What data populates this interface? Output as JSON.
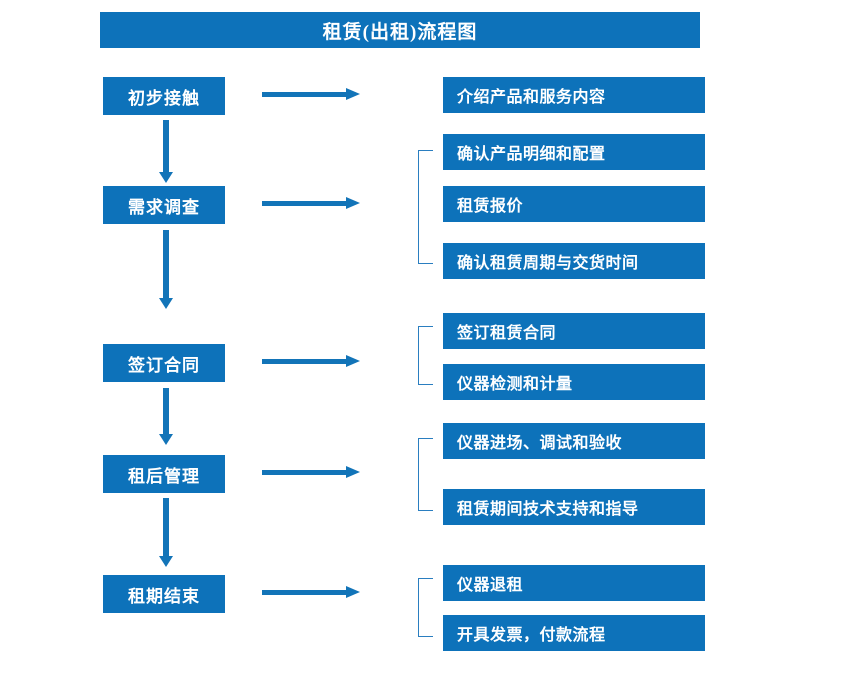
{
  "title": {
    "text": "租赁(出租)流程图"
  },
  "colors": {
    "box_blue": "#0d72ba",
    "arrow_blue": "#1274b8",
    "bracket_blue": "#2a7ec0",
    "text_white": "#ffffff",
    "background": "#ffffff"
  },
  "stages": [
    {
      "label": "初步接触",
      "details": [
        "介绍产品和服务内容"
      ]
    },
    {
      "label": "需求调查",
      "details": [
        "确认产品明细和配置",
        "租赁报价",
        "确认租赁周期与交货时间"
      ]
    },
    {
      "label": "签订合同",
      "details": [
        "签订租赁合同",
        "仪器检测和计量"
      ]
    },
    {
      "label": "租后管理",
      "details": [
        "仪器进场、调试和验收",
        "租赁期间技术支持和指导"
      ]
    },
    {
      "label": "租期结束",
      "details": [
        "仪器退租",
        "开具发票，付款流程"
      ]
    }
  ]
}
